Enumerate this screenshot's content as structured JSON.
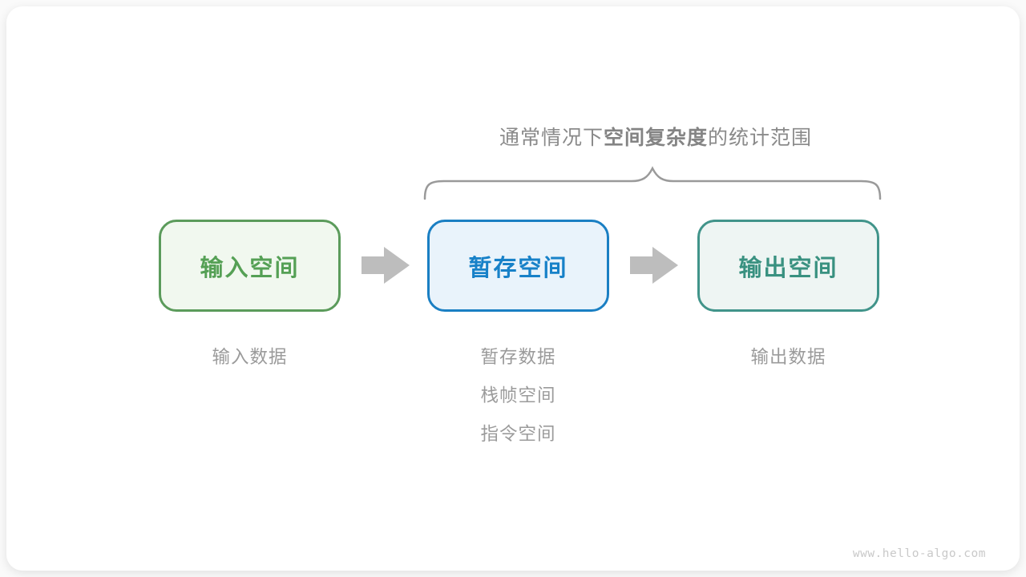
{
  "diagram": {
    "title": {
      "prefix": "通常情况下",
      "bold": "空间复杂度",
      "suffix": "的统计范围"
    },
    "boxes": [
      {
        "label": "输入空间",
        "border_color": "#5b9b5b",
        "fill_color": "#f1f8ef",
        "text_color": "#55a055",
        "notes": [
          "输入数据"
        ]
      },
      {
        "label": "暂存空间",
        "border_color": "#1a7fc3",
        "fill_color": "#e9f3fb",
        "text_color": "#1781c8",
        "notes": [
          "暂存数据",
          "栈帧空间",
          "指令空间"
        ]
      },
      {
        "label": "输出空间",
        "border_color": "#41948a",
        "fill_color": "#eef5f3",
        "text_color": "#399180",
        "notes": [
          "输出数据"
        ]
      }
    ],
    "arrow_color": "#bdbdbd",
    "brace_color": "#9a9a9a",
    "watermark": "www.hello-algo.com"
  }
}
